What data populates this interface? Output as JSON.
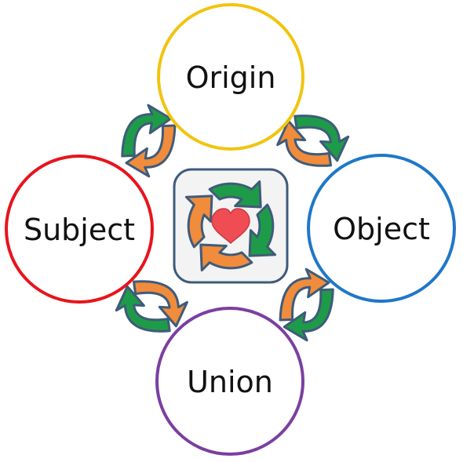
{
  "nodes": [
    {
      "id": "origin",
      "label": "Origin",
      "color": "#F1C40F"
    },
    {
      "id": "object",
      "label": "Object",
      "color": "#1F77C8"
    },
    {
      "id": "union",
      "label": "Union",
      "color": "#7B3FA0"
    },
    {
      "id": "subject",
      "label": "Subject",
      "color": "#E8141C"
    }
  ],
  "colors": {
    "green_arrow": "#1E9B48",
    "orange_arrow": "#F08C3C",
    "arrow_outline": "#3F5B7A",
    "center_frame": "#F3F3F3",
    "heart": "#F04C54"
  },
  "center_icon": "heart-icon"
}
